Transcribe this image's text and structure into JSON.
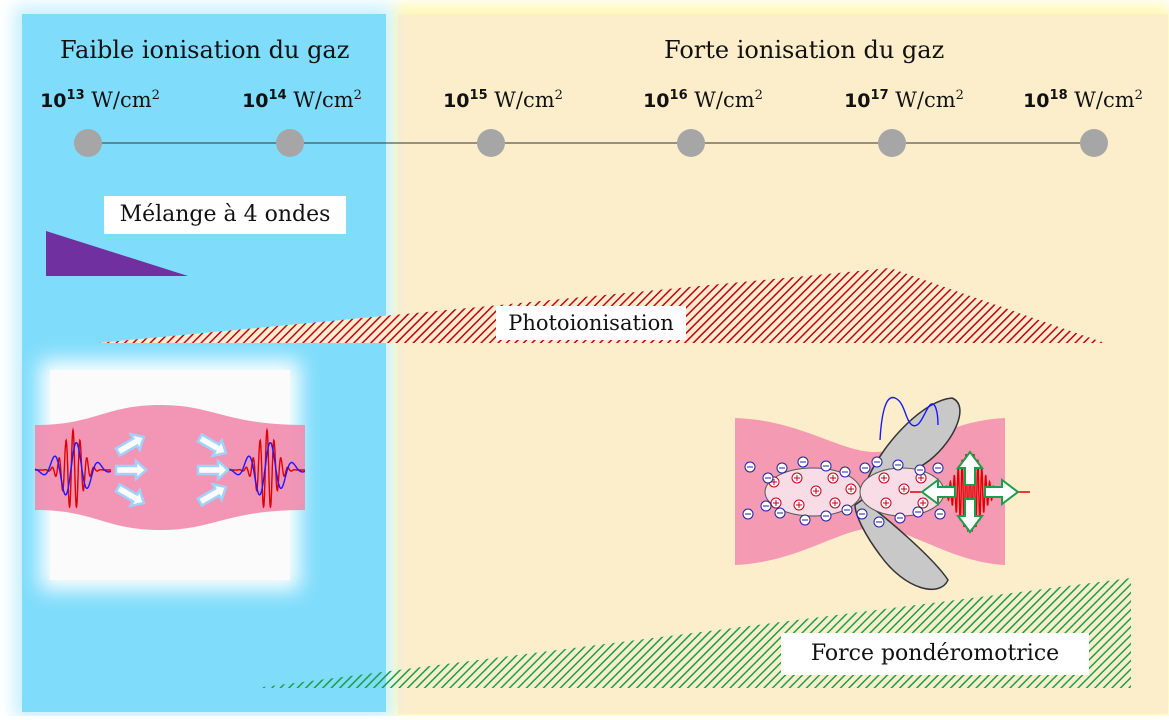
{
  "regions": {
    "weak": {
      "title": "Faible ionisation du gaz",
      "color": "#7fdcfb",
      "glow": "#b6ecff"
    },
    "strong": {
      "title": "Forte ionisation du gaz",
      "color": "#fdeecb",
      "border": "#fff6a4"
    }
  },
  "intensity_axis": {
    "unit": "W/cm",
    "unit_exponent": "2",
    "base": "10",
    "points": [
      {
        "exponent": "13"
      },
      {
        "exponent": "14"
      },
      {
        "exponent": "15"
      },
      {
        "exponent": "16"
      },
      {
        "exponent": "17"
      },
      {
        "exponent": "18"
      }
    ],
    "node_color": "#a6a6a6"
  },
  "processes": {
    "four_wave_mixing": {
      "label": "Mélange à 4 ondes",
      "color": "#7030a0"
    },
    "photoionisation": {
      "label": "Photoionisation",
      "color": "#c0001a"
    },
    "ponderomotive": {
      "label": "Force pondéromotrice",
      "color": "#1a9e4a"
    }
  },
  "illustrations": {
    "beam_color": "#f28bae",
    "pulse_color": "#e00000",
    "envelope_color": "#1a1aff",
    "arrow_color": "#bfe6ff",
    "charge_color": "#2020a0"
  }
}
